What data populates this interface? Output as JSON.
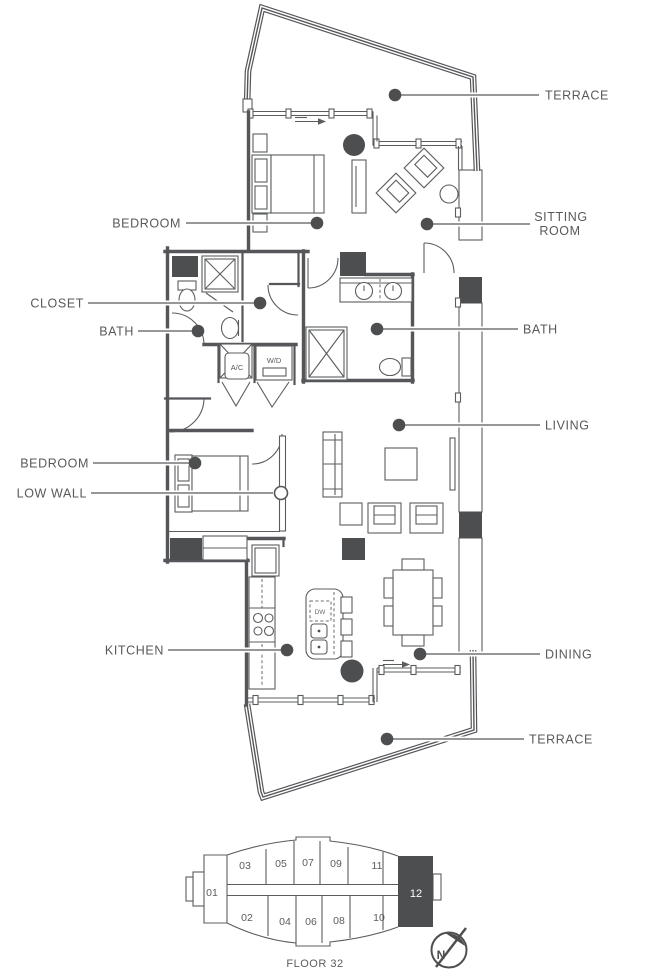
{
  "floorplan": {
    "labels": {
      "terrace_top": "TERRACE",
      "bedroom_top": "BEDROOM",
      "sitting_line1": "SITTING",
      "sitting_line2": "ROOM",
      "closet": "CLOSET",
      "bath_left": "BATH",
      "bath_right": "BATH",
      "living": "LIVING",
      "bedroom_lower": "BEDROOM",
      "low_wall": "LOW WALL",
      "kitchen": "KITCHEN",
      "dining": "DINING",
      "terrace_bottom": "TERRACE"
    },
    "fixtures": {
      "ac": "A/C",
      "wd": "W/D",
      "dw": "DW"
    }
  },
  "keyplan": {
    "floor_label": "FLOOR 32",
    "highlighted_unit": "12",
    "labels": {
      "01": "01",
      "02": "02",
      "03": "03",
      "04": "04",
      "05": "05",
      "06": "06",
      "07": "07",
      "08": "08",
      "09": "09",
      "10": "10",
      "11": "11",
      "12": "12"
    }
  },
  "compass": {
    "north_label": "N"
  },
  "colors": {
    "line": "#55565a",
    "dark_fill": "#4d4e50",
    "text": "#58595b",
    "background": "#ffffff"
  }
}
